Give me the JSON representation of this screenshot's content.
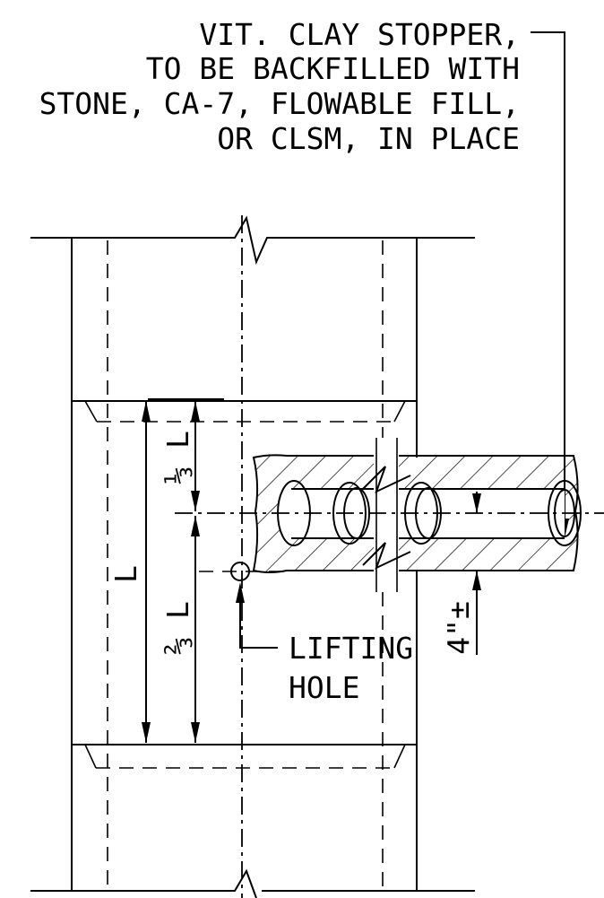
{
  "notes": {
    "stopper": {
      "line1": "VIT. CLAY STOPPER,",
      "line2": "TO BE BACKFILLED WITH",
      "line3": "STONE, CA-7, FLOWABLE FILL,",
      "line4": "OR CLSM, IN PLACE"
    },
    "lifting_hole": {
      "line1": "LIFTING",
      "line2": "HOLE"
    }
  },
  "dimensions": {
    "total": "L",
    "upper_fraction": "⅓ L",
    "lower_fraction": "⅔ L",
    "pipe_offset": "4\"±"
  }
}
